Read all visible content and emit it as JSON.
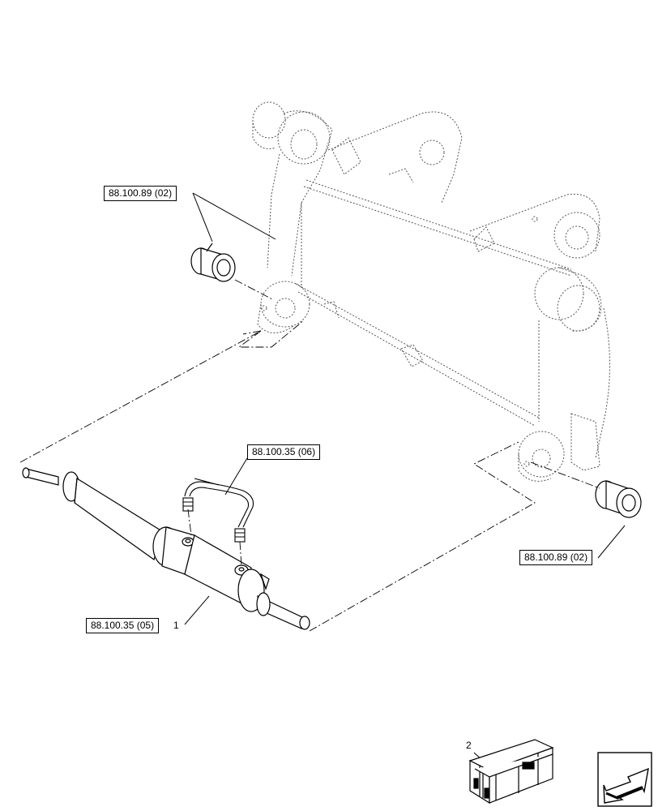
{
  "references": {
    "ref_top_left": "88.100.89 (02)",
    "ref_hoses": "88.100.35 (06)",
    "ref_right": "88.100.89 (02)",
    "ref_cylinder": "88.100.35 (05)"
  },
  "callouts": {
    "item_1": "1",
    "item_2": "2"
  },
  "icons": {
    "nav": "arrow-down-left-icon",
    "kit": "kit-box-icon"
  }
}
